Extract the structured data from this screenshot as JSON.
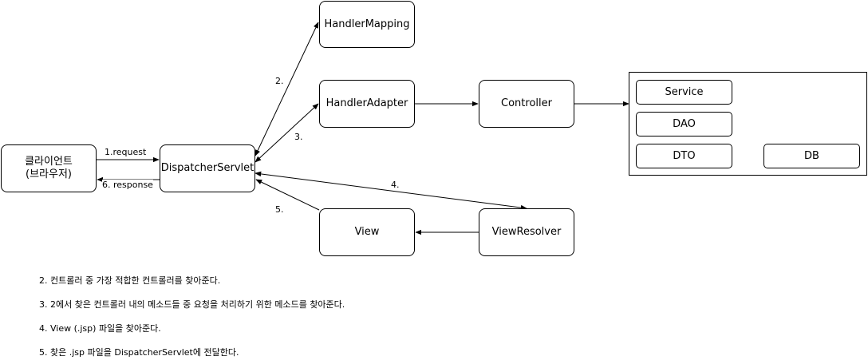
{
  "nodes": {
    "client_line1": "클라이언트",
    "client_line2": "(브라우저)",
    "dispatcher": "DispatcherServlet",
    "handler_mapping": "HandlerMapping",
    "handler_adapter": "HandlerAdapter",
    "controller": "Controller",
    "view": "View",
    "view_resolver": "ViewResolver",
    "service": "Service",
    "dao": "DAO",
    "dto": "DTO",
    "db": "DB"
  },
  "edges": {
    "request": "1.request",
    "response": "6. response",
    "step2": "2.",
    "step3": "3.",
    "step4": "4.",
    "step5": "5."
  },
  "notes": [
    "2. 컨트롤러 중 가장 적합한 컨트롤러를 찾아준다.",
    "3. 2에서 찾은 컨트롤러 내의 메소드들 중 요청을 처리하기 위한 메소드를 찾아준다.",
    "4. View (.jsp) 파일을 찾아준다.",
    "5. 찾은 .jsp 파일을 DispatcherServlet에 전달한다."
  ]
}
